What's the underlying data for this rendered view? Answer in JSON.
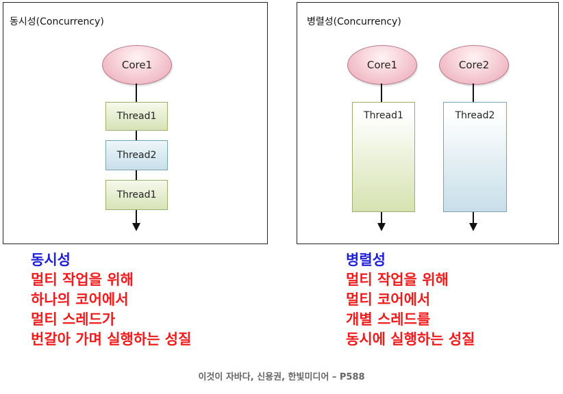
{
  "left_panel": {
    "title": "동시성(Concurrency)",
    "core": "Core1",
    "threads": [
      "Thread1",
      "Thread2",
      "Thread1"
    ]
  },
  "right_panel": {
    "title": "병렬성(Concurrency)",
    "cores": [
      "Core1",
      "Core2"
    ],
    "threads": [
      "Thread1",
      "Thread2"
    ]
  },
  "left_caption": {
    "heading": "동시성",
    "lines": [
      "멀티 작업을 위해",
      "하나의 코어에서",
      "멀티 스레드가",
      "번갈아 가며 실행하는 성질"
    ]
  },
  "right_caption": {
    "heading": "병렬성",
    "lines": [
      "멀티 작업을 위해",
      "멀티 코어에서",
      "개별 스레드를",
      "동시에 실행하는 성질"
    ]
  },
  "footer": "이것이 자바다, 신용권, 한빛미디어 – P588",
  "colors": {
    "heading": "#1f1fd6",
    "body": "#ee1c1c",
    "green_thread": "#d7e3b8",
    "blue_thread": "#c8dfea",
    "core": "#f5c9d2"
  }
}
